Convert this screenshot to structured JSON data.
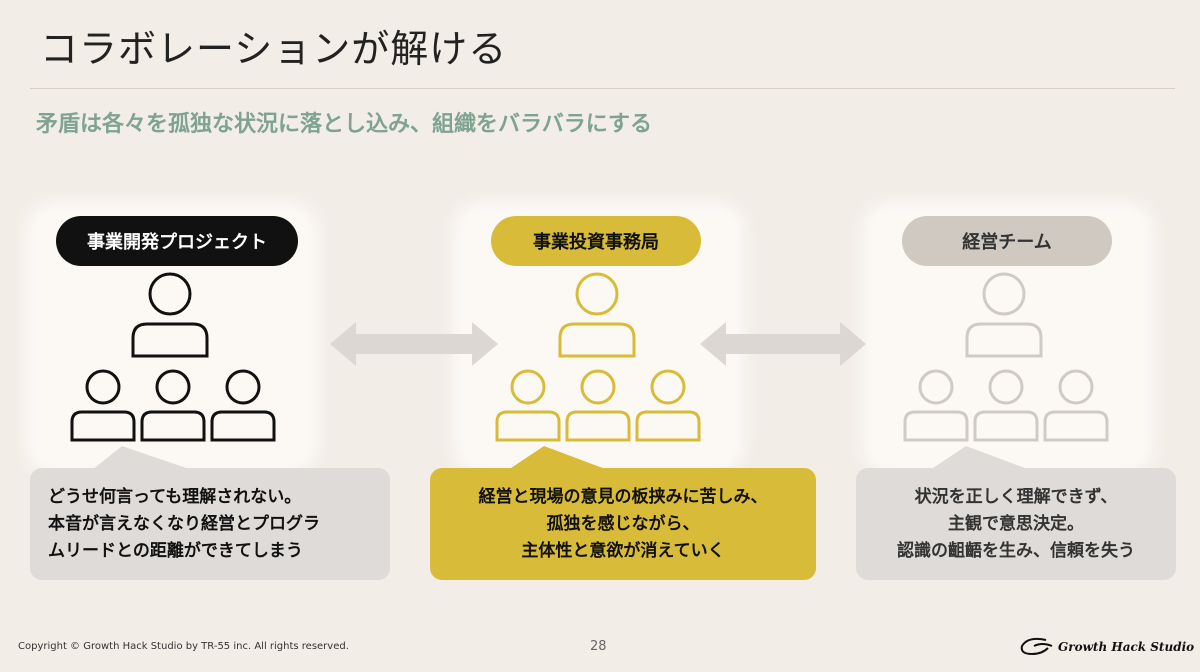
{
  "title": "コラボレーションが解ける",
  "subtitle": "矛盾は各々を孤独な状況に落とし込み、組織をバラバラにする",
  "groups": [
    {
      "label": "事業開発プロジェクト",
      "color": "#111111",
      "bubble": [
        "どうせ何言っても理解されない。",
        "本音が言えなくなり経営とプログラ",
        "ムリードとの距離ができてしまう"
      ]
    },
    {
      "label": "事業投資事務局",
      "color": "#d9bb3a",
      "bubble": [
        "経営と現場の意見の板挟みに苦しみ、",
        "孤独を感じながら、",
        "主体性と意欲が消えていく"
      ]
    },
    {
      "label": "経営チーム",
      "color": "#cfc9c2",
      "bubble": [
        "状況を正しく理解できず、",
        "主観で意思決定。",
        "認識の齟齬を生み、信頼を失う"
      ]
    }
  ],
  "footer": {
    "copyright": "Copyright © Growth Hack Studio by TR-55 inc. All rights reserved.",
    "page": "28",
    "brand": "Growth Hack Studio"
  }
}
